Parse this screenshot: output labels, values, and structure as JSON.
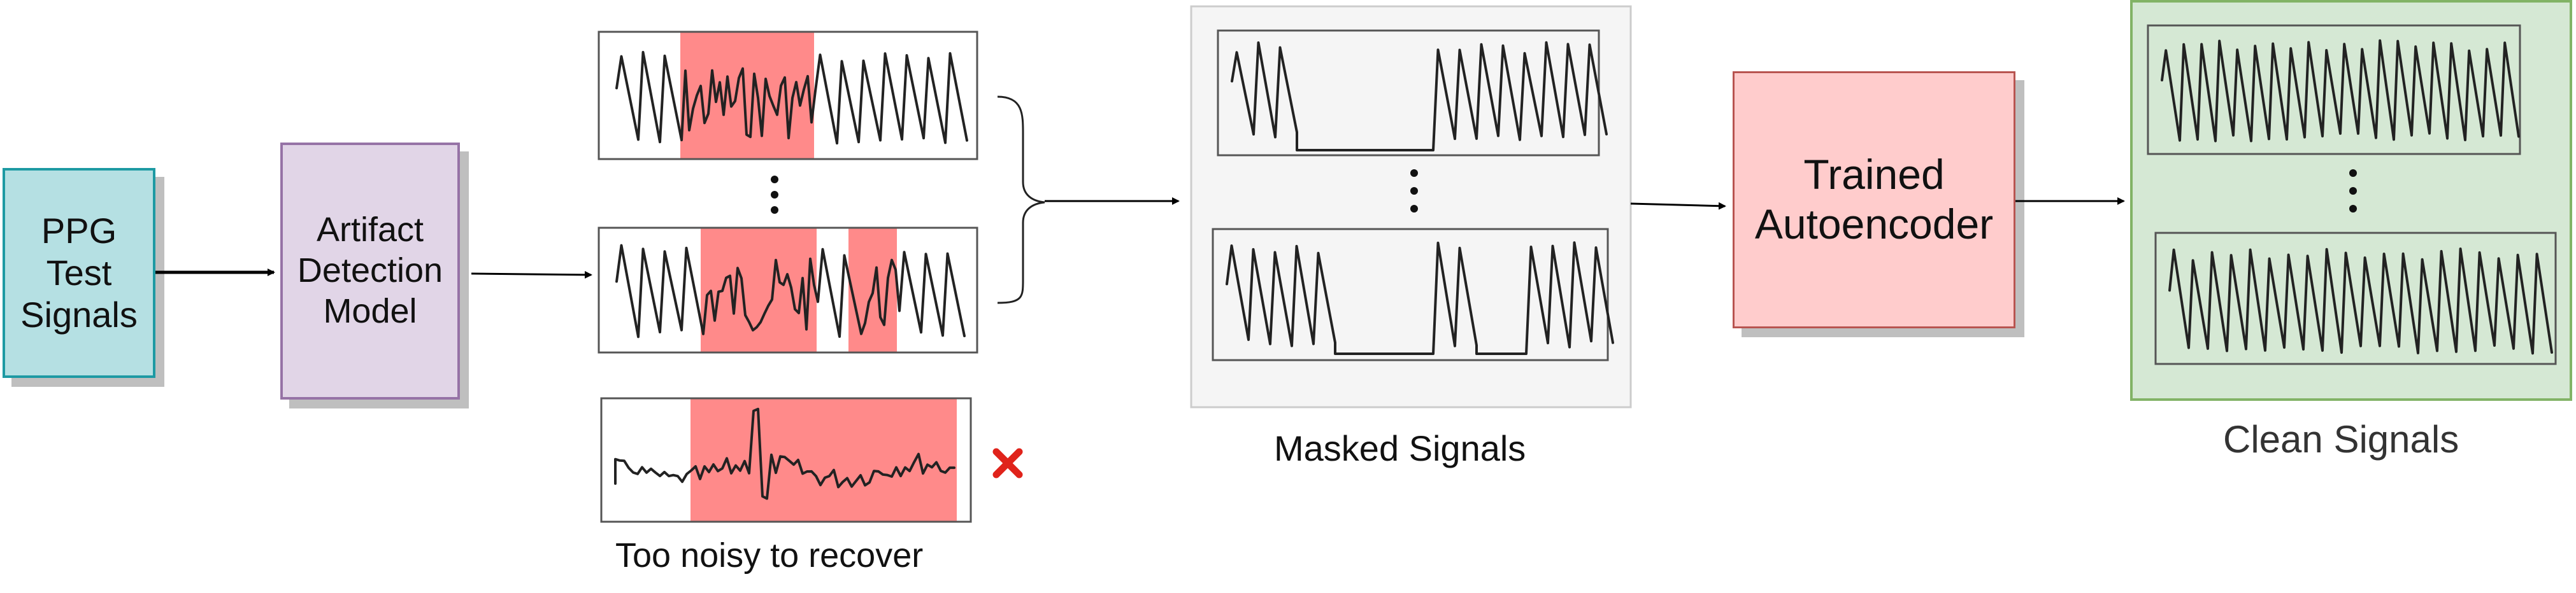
{
  "nodes": {
    "ppg": {
      "label": "PPG\nTest\nSignals",
      "fill": "#b5e0e3",
      "stroke": "#1d9aa3"
    },
    "detector": {
      "label": "Artifact\nDetection\nModel",
      "fill": "#e1d5e7",
      "stroke": "#9673a6"
    },
    "autoencoder": {
      "label": "Trained\nAutoencoder",
      "fill": "#ffcccc",
      "stroke": "#b85450"
    }
  },
  "captions": {
    "too_noisy": "Too noisy to recover",
    "masked": "Masked Signals",
    "clean": "Clean Signals"
  },
  "colors": {
    "artifact_highlight": "#ff8a8a",
    "reject_mark": "#e0231b",
    "masked_panel": "#f5f5f5",
    "clean_panel": "#d5e8d4",
    "clean_border": "#82b366",
    "line": "#222222"
  },
  "icons": {
    "reject": "cross-icon",
    "ellipsis": "vertical-ellipsis-icon"
  }
}
